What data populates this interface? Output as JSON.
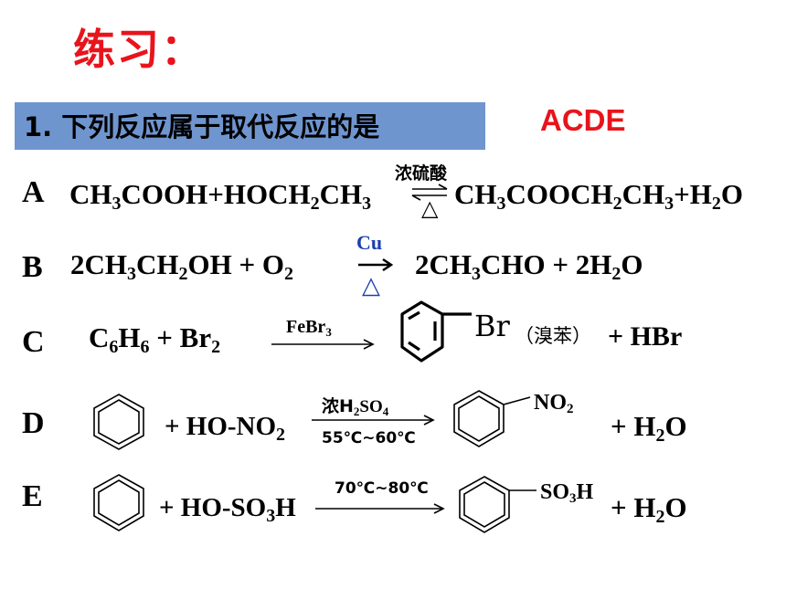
{
  "title": "练习：",
  "question": "1. 下列反应属于取代反应的是",
  "answer": "ACDE",
  "rxnA": {
    "letter": "A",
    "left_parts": [
      "CH",
      "3",
      "COOH+HOCH",
      "2",
      "CH",
      "3"
    ],
    "right_parts": [
      "CH",
      "3",
      "COOCH",
      "2",
      "CH",
      "3",
      "+H",
      "2",
      "O"
    ],
    "catalyst": "浓硫酸",
    "heat": "△"
  },
  "rxnB": {
    "letter": "B",
    "left_parts": [
      "2CH",
      "3",
      "CH",
      "2",
      "OH + O",
      "2"
    ],
    "right_parts": [
      "2CH",
      "3",
      "CHO + 2H",
      "2",
      "O"
    ],
    "catalyst": "Cu",
    "heat": "△"
  },
  "rxnC": {
    "letter": "C",
    "left_parts": [
      "C",
      "6",
      "H",
      "6",
      " + Br",
      "2"
    ],
    "catalyst_parts": [
      "FeBr",
      "3"
    ],
    "substituent": "Br",
    "product_name": "（溴苯）",
    "plus_product": "+ HBr"
  },
  "rxnD": {
    "letter": "D",
    "reagent_parts": [
      "+ HO-NO",
      "2"
    ],
    "cond_top_parts": [
      "浓H",
      "2",
      "SO",
      "4"
    ],
    "cond_bottom": "55℃~60℃",
    "substituent_parts": [
      "NO",
      "2"
    ],
    "plus_product_parts": [
      "+ H",
      "2",
      "O"
    ]
  },
  "rxnE": {
    "letter": "E",
    "reagent_parts": [
      "+ HO-SO",
      "3",
      "H"
    ],
    "cond_top": "70℃~80℃",
    "substituent_parts": [
      "SO",
      "3",
      "H"
    ],
    "plus_product_parts": [
      "+ H",
      "2",
      "O"
    ]
  }
}
